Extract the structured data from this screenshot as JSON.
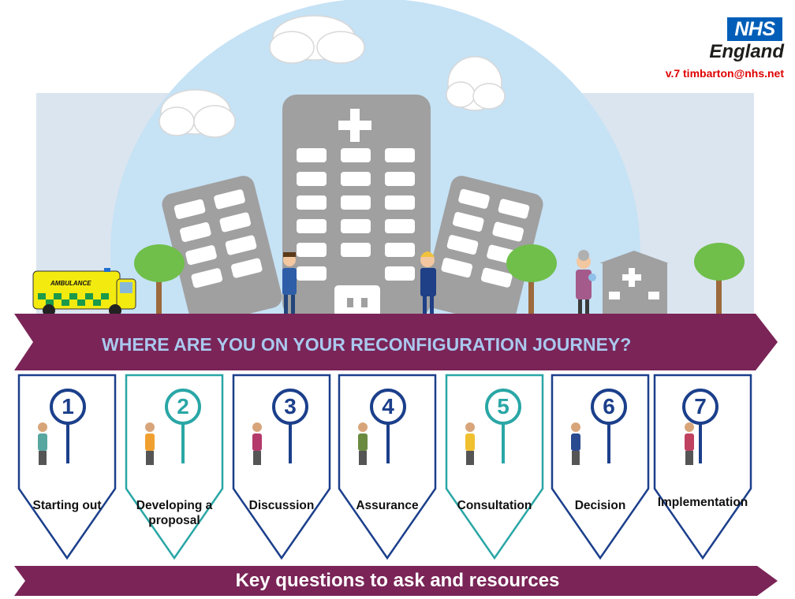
{
  "logo": {
    "nhs": "NHS",
    "region": "England"
  },
  "version_contact": "v.7 timbarton@nhs.net",
  "vehicle_label": "AMBULANCE",
  "banner": {
    "title": "WHERE ARE YOU ON YOUR RECONFIGURATION JOURNEY?"
  },
  "steps": [
    {
      "number": "1",
      "label": "Starting out",
      "color": "#1b3f8b"
    },
    {
      "number": "2",
      "label": "Developing a proposal",
      "color": "#2aa6a6"
    },
    {
      "number": "3",
      "label": "Discussion",
      "color": "#1b3f8b"
    },
    {
      "number": "4",
      "label": "Assurance",
      "color": "#1b3f8b"
    },
    {
      "number": "5",
      "label": "Consultation",
      "color": "#2aa6a6"
    },
    {
      "number": "6",
      "label": "Decision",
      "color": "#1b3f8b"
    },
    {
      "number": "7",
      "label": "Implementation",
      "color": "#1b3f8b"
    }
  ],
  "footer": {
    "title": "Key questions to ask and resources"
  },
  "colors": {
    "banner": "#7a2457",
    "sky": "#c6e2f5",
    "building": "#a0a0a0",
    "navy": "#1b3f8b",
    "teal": "#2aa6a6"
  }
}
